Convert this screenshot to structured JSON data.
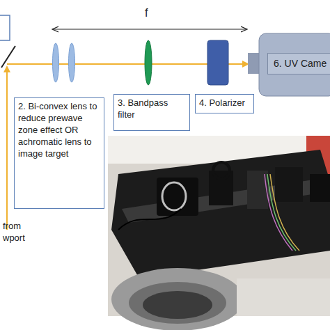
{
  "diagram": {
    "nodes": [
      {
        "text": [
          "6. UV Came"
        ]
      },
      {
        "text": [
          "2. Bi-convex lens to reduce prewave zone effect OR achromatic lens to image target"
        ]
      },
      {
        "text": [
          "3. Bandpass filter"
        ]
      },
      {
        "text": [
          "4. Polarizer"
        ]
      }
    ],
    "labels": [
      "f",
      "from wport"
    ]
  }
}
